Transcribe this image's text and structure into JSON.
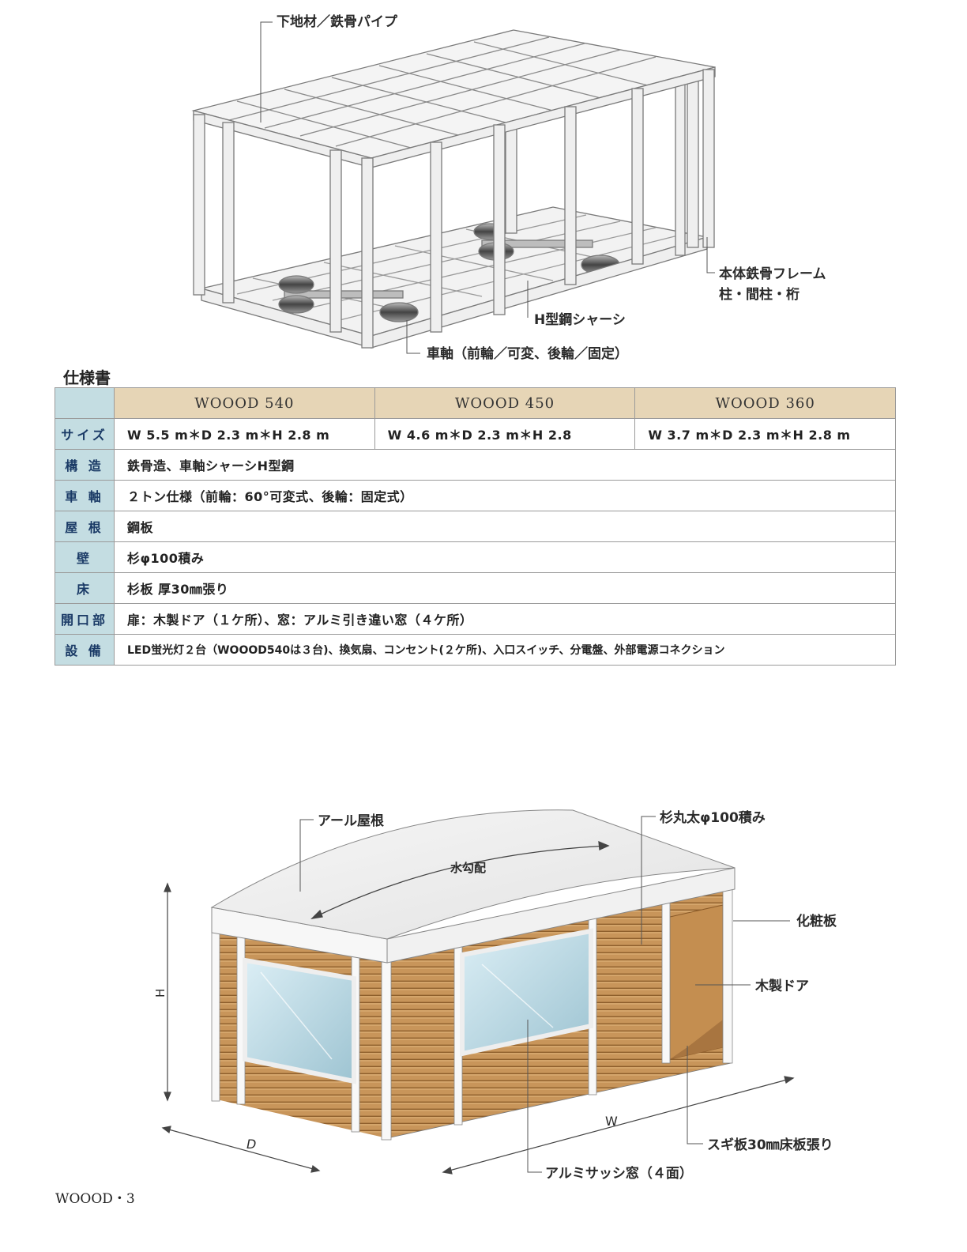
{
  "frame_diagram": {
    "labels": {
      "base_material": "下地材／鉄骨パイプ",
      "main_frame_1": "本体鉄骨フレーム",
      "main_frame_2": "柱・間柱・桁",
      "chassis": "H型鋼シャーシ",
      "axle": "車軸（前輪／可変、後輪／固定）"
    }
  },
  "spec": {
    "title": "仕様書",
    "models": [
      "WOOOD 540",
      "WOOOD 450",
      "WOOOD 360"
    ],
    "rows": {
      "size": {
        "label": "サイズ",
        "values": [
          "W 5.5 m＊D 2.3 m＊H 2.8 m",
          "W 4.6 m＊D 2.3 m＊H 2.8",
          "W 3.7 m＊D 2.3 m＊H 2.8 m"
        ]
      },
      "structure": {
        "label": "構 造",
        "value": "鉄骨造、車軸シャーシH型鋼"
      },
      "axle": {
        "label": "車 軸",
        "value": "２トン仕様（前輪：60°可変式、後輪：固定式）"
      },
      "roof": {
        "label": "屋 根",
        "value": "鋼板"
      },
      "wall": {
        "label": "壁",
        "value": "杉φ100積み"
      },
      "floor": {
        "label": "床",
        "value": "杉板 厚30㎜張り"
      },
      "openings": {
        "label": "開口部",
        "value": "扉：木製ドア（１ケ所）、窓：アルミ引き違い窓（４ケ所）"
      },
      "equipment": {
        "label": "設 備",
        "value": "LED蛍光灯２台（WOOOD540は３台)、換気扇、コンセント(２ケ所)、入口スイッチ、分電盤、外部電源コネクション"
      }
    }
  },
  "house_diagram": {
    "labels": {
      "roof": "アール屋根",
      "slope": "水勾配",
      "wall": "杉丸太φ100積み",
      "trim": "化粧板",
      "door": "木製ドア",
      "floor": "スギ板30㎜床板張り",
      "window": "アルミサッシ窓（４面）",
      "dim_h": "H",
      "dim_d": "D",
      "dim_w": "W"
    }
  },
  "footer": {
    "page": "WOOOD・3"
  },
  "colors": {
    "frame": "#e9e9e9",
    "wood": "#c9975a",
    "header_blue": "#c4dde2",
    "header_tan": "#e6d5b6"
  }
}
